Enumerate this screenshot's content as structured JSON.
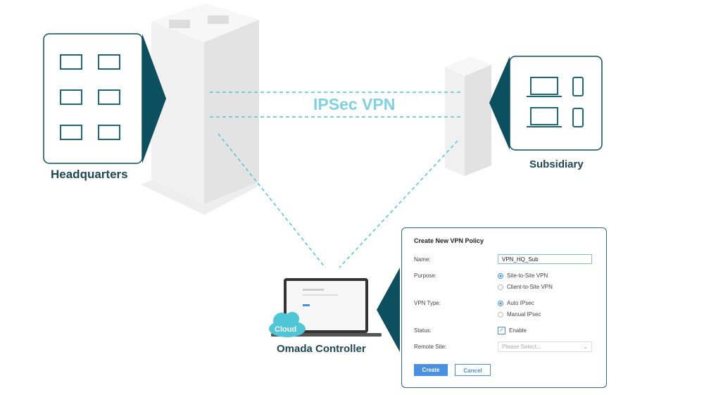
{
  "diagram": {
    "vpn_label": "IPSec VPN",
    "hq_label": "Headquarters",
    "sub_label": "Subsidiary",
    "controller_label": "Omada Controller",
    "cloud_label": "Cloud"
  },
  "dialog": {
    "title": "Create New VPN Policy",
    "name_label": "Name:",
    "name_value": "VPN_HQ_Sub",
    "purpose_label": "Purpose:",
    "purpose_options": [
      "Site-to-Site VPN",
      "Client-to-Site VPN"
    ],
    "vpn_type_label": "VPN Type:",
    "vpn_type_options": [
      "Auto IPsec",
      "Manual IPsec"
    ],
    "status_label": "Status:",
    "status_option": "Enable",
    "remote_label": "Remote Site:",
    "remote_placeholder": "Please Select...",
    "create": "Create",
    "cancel": "Cancel"
  },
  "colors": {
    "teal": "#0c4f5e",
    "cyan": "#4fc6d6",
    "blue": "#4a90e2"
  }
}
